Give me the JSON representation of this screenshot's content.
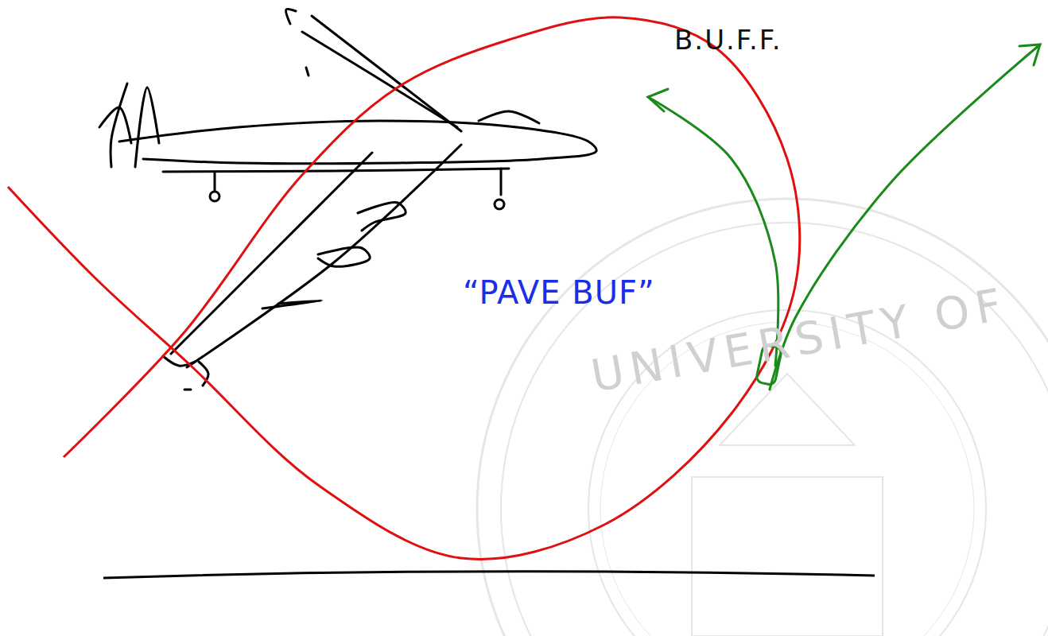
{
  "diagram": {
    "labels": [
      "B.U.F.F.",
      "“PAVE BUF”",
      "UNIVERSITY OF"
    ]
  }
}
